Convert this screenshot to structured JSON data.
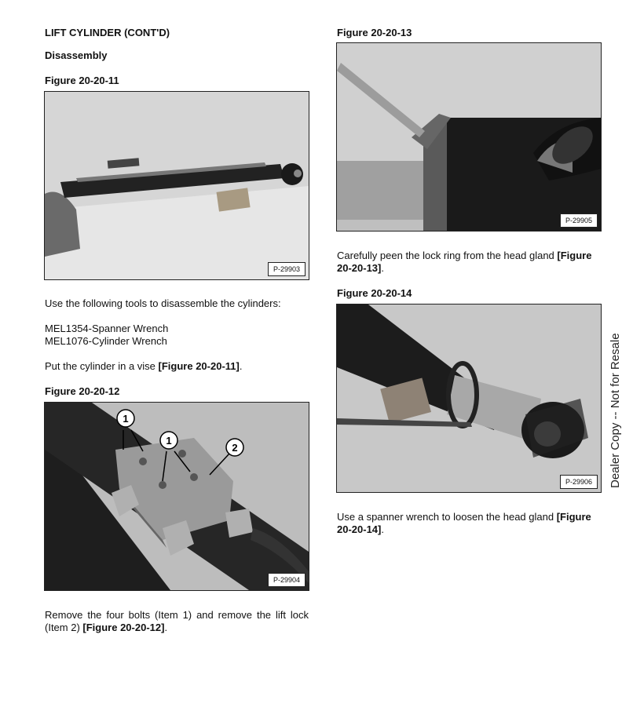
{
  "left": {
    "section_title": "LIFT CYLINDER (CONT'D)",
    "subsection_title": "Disassembly",
    "fig11": {
      "label": "Figure 20-20-11",
      "photo_id": "P-29903"
    },
    "tools_intro": "Use the following tools to disassemble the cylinders:",
    "tool_1": "MEL1354-Spanner Wrench",
    "tool_2": "MEL1076-Cylinder Wrench",
    "vise_text": "Put the cylinder in a vise ",
    "vise_ref": "[Figure 20-20-11]",
    "vise_end": ".",
    "fig12": {
      "label": "Figure 20-20-12",
      "photo_id": "P-29904",
      "callout_1": "1",
      "callout_2": "2"
    },
    "bolts_text": "Remove the four bolts (Item 1) and remove the lift lock (Item 2) ",
    "bolts_ref": "[Figure 20-20-12]",
    "bolts_end": "."
  },
  "right": {
    "fig13": {
      "label": "Figure 20-20-13",
      "photo_id": "P-29905"
    },
    "peen_text": "Carefully peen the lock ring from the head gland ",
    "peen_ref": "[Figure 20-20-13]",
    "peen_end": ".",
    "fig14": {
      "label": "Figure 20-20-14",
      "photo_id": "P-29906"
    },
    "spanner_text": "Use a spanner wrench to loosen the head gland ",
    "spanner_ref": "[Figure 20-20-14]",
    "spanner_end": "."
  },
  "side_watermark": "Dealer Copy -- Not for Resale"
}
